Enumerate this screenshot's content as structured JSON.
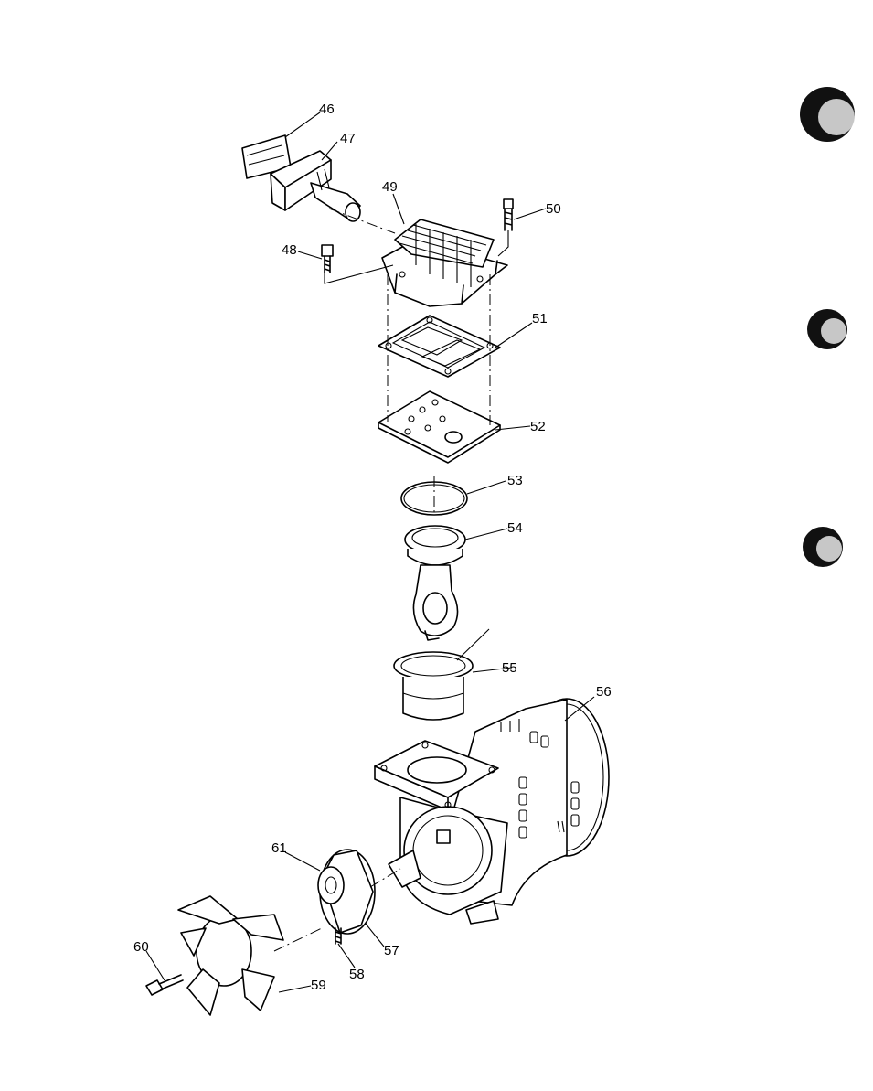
{
  "diagram": {
    "callouts": [
      {
        "id": "46",
        "label": "46"
      },
      {
        "id": "47",
        "label": "47"
      },
      {
        "id": "48",
        "label": "48"
      },
      {
        "id": "49",
        "label": "49"
      },
      {
        "id": "50",
        "label": "50"
      },
      {
        "id": "51",
        "label": "51"
      },
      {
        "id": "52",
        "label": "52"
      },
      {
        "id": "53",
        "label": "53"
      },
      {
        "id": "54",
        "label": "54"
      },
      {
        "id": "55",
        "label": "55"
      },
      {
        "id": "56",
        "label": "56"
      },
      {
        "id": "57",
        "label": "57"
      },
      {
        "id": "58",
        "label": "58"
      },
      {
        "id": "59",
        "label": "59"
      },
      {
        "id": "60",
        "label": "60"
      },
      {
        "id": "61",
        "label": "61"
      }
    ]
  }
}
